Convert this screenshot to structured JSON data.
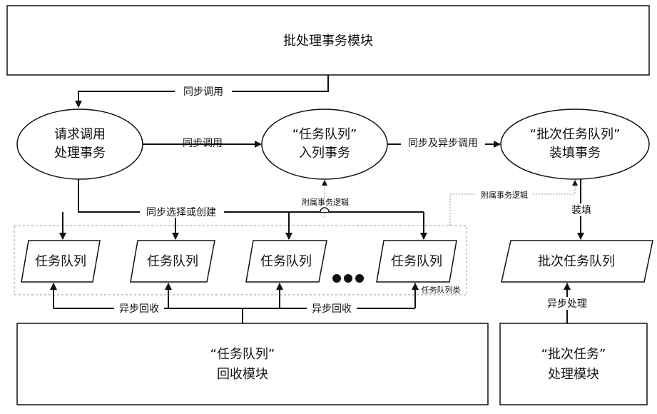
{
  "blocks": {
    "batch_module": "批处理事务模块",
    "request_line1": "请求调用",
    "request_line2": "处理事务",
    "enqueue_line1": "“任务队列”",
    "enqueue_line2": "入列事务",
    "batch_fill_line1": "“批次任务队列”",
    "batch_fill_line2": "装填事务",
    "task_queue": "任务队列",
    "batch_task_queue": "批次任务队列",
    "recycle_line1": "“任务队列”",
    "recycle_line2": "回收模块",
    "batch_proc_line1": "“批次任务”",
    "batch_proc_line2": "处理模块"
  },
  "labels": {
    "sync_call": "同步调用",
    "sync_async_call": "同步及异步调用",
    "aux_logic": "附属事务逻辑",
    "sync_select_create": "同步选择或创建",
    "task_queue_class": "任务队列类",
    "async_recycle": "异步回收",
    "fill": "装填",
    "async_process": "异步处理"
  }
}
